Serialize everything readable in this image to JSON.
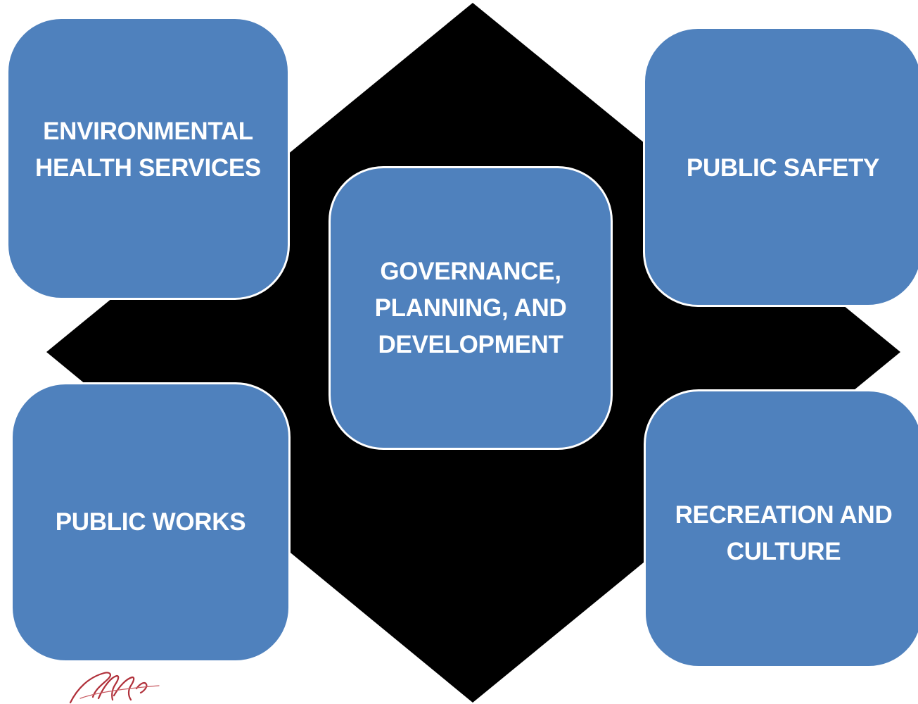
{
  "colors": {
    "box_fill": "#4f81bd",
    "box_border": "#ffffff",
    "backdrop": "#000000",
    "text": "#ffffff",
    "logo": "#b0303a"
  },
  "diagram": {
    "center": {
      "label": "GOVERNANCE, PLANNING, AND DEVELOPMENT"
    },
    "top_left": {
      "label": "ENVIRONMENTAL HEALTH SERVICES"
    },
    "top_right": {
      "label": "PUBLIC SAFETY"
    },
    "bottom_left": {
      "label": "PUBLIC WORKS"
    },
    "bottom_right": {
      "label": "RECREATION AND CULTURE"
    }
  },
  "logo": {
    "icon": "script-logo-icon"
  }
}
